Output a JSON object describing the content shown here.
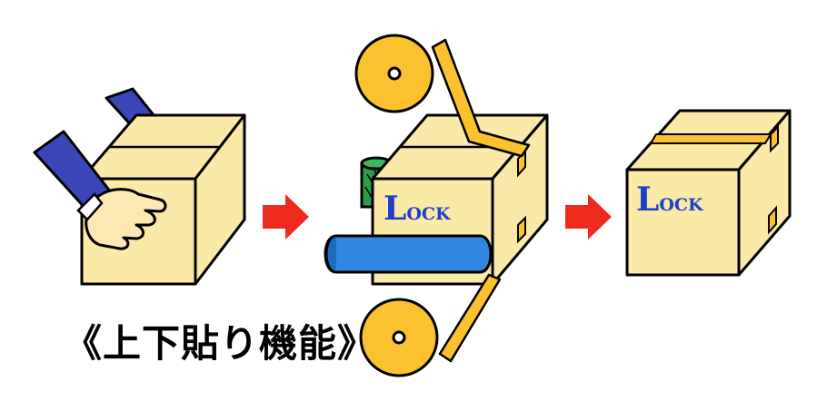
{
  "caption": "《上下貼り機能》",
  "logo": {
    "initial": "L",
    "rest": "OCK"
  },
  "colors": {
    "box": "#fbe9a8",
    "tape": "#fcc12e",
    "tape_edge": "#d49c10",
    "arm": "#3a46b8",
    "hand": "#fde8b4",
    "arrow": "#ee2a1f",
    "roller": "#2f86e0",
    "green_roller": "#2b9e4a",
    "logo": "#1f3fc8",
    "outline": "#000000"
  },
  "icons": [
    "right-arrow-icon",
    "right-arrow-icon",
    "hand-icon"
  ]
}
